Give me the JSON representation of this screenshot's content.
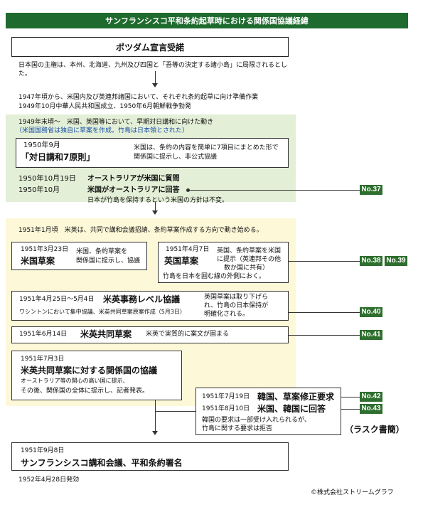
{
  "header": {
    "title": "サンフランシスコ平和条約起草時における関係国協議経緯",
    "color": "#1f6b2f"
  },
  "potsdam": {
    "title": "ポツダム宣言受諾",
    "note1": "日本国の主権は、本州、北海道、九州及び四国と「吾等の決定する諸小島」に局限されるとし",
    "note2": "た。"
  },
  "early": {
    "line1": "1947年頃から、米国内及び英連邦諸国において、それぞれ条約起草に向け準備作業",
    "line2": "1949年10月中華人民共和国成立、1950年6月朝鮮戦争勃発"
  },
  "green_section": {
    "bg": "#e3efd6",
    "line1": "1949年末頃～　米国、英国等において、早期対日講和に向けた動き",
    "line2": "（米国国務省は独自に草案を作成。竹島は日本領とされた）",
    "line2_color": "#1a4fa8",
    "box_date": "1950年9月",
    "box_title": "「対日講和7原則」",
    "box_desc1": "米国は、条約の内容を簡単に7項目にまとめた形で",
    "box_desc2": "関係国に提示し、非公式協議",
    "aus1_date": "1950年10月19日",
    "aus1_text": "オーストラリアが米国に質問",
    "aus2_date": "1950年10月",
    "aus2_text": "米国がオーストラリアに回答",
    "aus_note": "日本が竹島を保持するという米国の方針は不変。"
  },
  "yellow_section": {
    "bg": "#fdf8d8",
    "intro": "1951年1月頃　米英は、共同で講和会議招請、条約草案作成する方向で動き始める。",
    "us_draft": {
      "date": "1951年3月23日",
      "title": "米国草案",
      "desc1": "米国、条約草案を",
      "desc2": "関係国に提示し、協議"
    },
    "uk_draft": {
      "date": "1951年4月7日",
      "title": "英国草案",
      "desc1": "英国、条約草案を米国",
      "desc2": "に提示（英連邦その他",
      "desc3": "数か国に共有）",
      "desc4": "竹島を日本を囲む線の外側におく。"
    },
    "working": {
      "date": "1951年4月25日～5月4日",
      "title": "米英事務レベル協議",
      "sub": "ワシントンにおいて集中協議、米英共同草案原案作成（5月3日）",
      "desc1": "英国草案は取り下げら",
      "desc2": "れ、竹島の日本保持が",
      "desc3": "明確化される。"
    },
    "joint": {
      "date": "1951年6月14日",
      "title": "米英共同草案",
      "desc": "米英で実質的に案文が固まる"
    },
    "consult": {
      "date": "1951年7月3日",
      "title": "米英共同草案に対する関係国の協議",
      "desc1": "オーストラリア等の関心の高い国に提示、",
      "desc2": "その後、関係国の全体に提示し、記者発表。"
    }
  },
  "korea": {
    "date1": "1951年7月19日",
    "text1": "韓国、草案修正要求",
    "date2": "1951年8月10日",
    "text2": "米国、韓国に回答",
    "desc1": "韓国の要求は一部受け入れられるが、",
    "desc2": "竹島に関する要求は拒否",
    "rusk": "（ラスク書簡）"
  },
  "final": {
    "date": "1951年9月8日",
    "title": "サンフランシスコ講和会議、平和条約署名",
    "effective": "1952年4月28日発効"
  },
  "badges": [
    "No.37",
    "No.38",
    "No.39",
    "No.40",
    "No.41",
    "No.42",
    "No.43"
  ],
  "badge_color": "#2e6e2e",
  "copyright": "©株式会社ストリームグラフ"
}
